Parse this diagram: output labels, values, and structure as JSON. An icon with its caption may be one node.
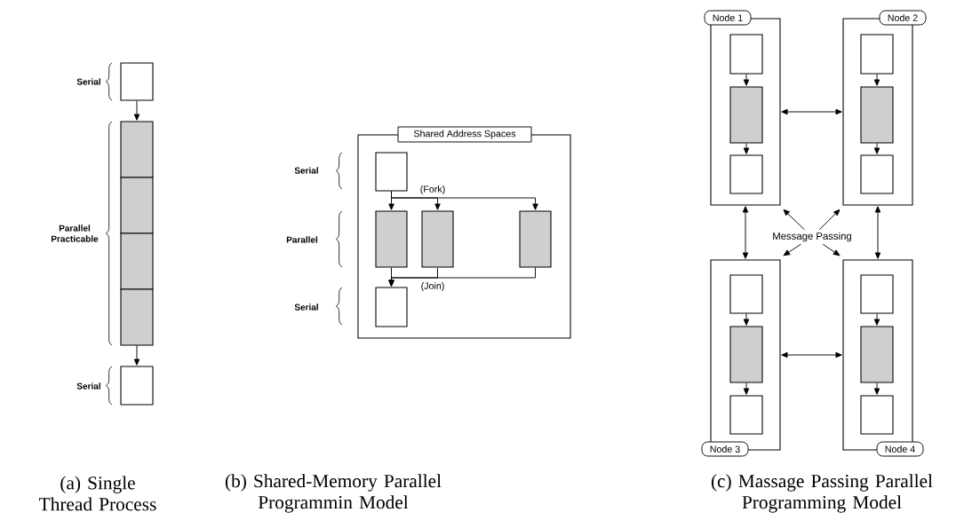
{
  "diagram": {
    "nodes": [
      {
        "text": [],
        "shape": "box"
      },
      {
        "text": [],
        "shape": "box"
      },
      {
        "text": [],
        "shape": "box"
      },
      {
        "text": [],
        "shape": "box"
      },
      {
        "text": [],
        "shape": "box"
      },
      {
        "text": [],
        "shape": "box"
      },
      {
        "text": [
          "Shared Address Spaces"
        ]
      },
      {
        "text": [],
        "shape": "box",
        "in": 6
      },
      {
        "text": [],
        "shape": "box",
        "in": 6
      },
      {
        "text": [],
        "shape": "box",
        "in": 6
      },
      {
        "text": [],
        "shape": "box",
        "in": 6
      },
      {
        "text": [],
        "shape": "box",
        "in": 6
      },
      {
        "text": [
          "Node 1"
        ]
      },
      {
        "text": [],
        "shape": "box",
        "in": 12
      },
      {
        "text": [],
        "shape": "box",
        "in": 12
      },
      {
        "text": [],
        "shape": "box",
        "in": 12
      },
      {
        "text": [
          "Node 2"
        ]
      },
      {
        "text": [],
        "shape": "box",
        "in": 16
      },
      {
        "text": [],
        "shape": "box",
        "in": 16
      },
      {
        "text": [],
        "shape": "box",
        "in": 16
      },
      {
        "text": [
          "Message Passing"
        ]
      },
      {
        "text": [
          "Node 3"
        ]
      },
      {
        "text": [],
        "shape": "box",
        "in": 21
      },
      {
        "text": [],
        "shape": "box",
        "in": 21
      },
      {
        "text": [],
        "shape": "box",
        "in": 21
      },
      {
        "text": [
          "Node 4"
        ]
      },
      {
        "text": [],
        "shape": "box",
        "in": 25
      },
      {
        "text": [],
        "shape": "box",
        "in": 25
      },
      {
        "text": [],
        "shape": "box",
        "in": 25
      }
    ],
    "edges": [
      {
        "from": 0,
        "to": 1,
        "arrow": "to"
      },
      {
        "from": 4,
        "to": 5,
        "arrow": "to"
      },
      {
        "from": 7,
        "to": 8,
        "arrow": "to"
      },
      {
        "from": 7,
        "to": 9,
        "arrow": "to",
        "label": "(Fork)"
      },
      {
        "from": 7,
        "to": 10,
        "arrow": "to"
      },
      {
        "from": 8,
        "to": 11,
        "arrow": "to"
      },
      {
        "from": 9,
        "to": 11,
        "arrow": "to",
        "label": "(Join)"
      },
      {
        "from": 10,
        "to": 11,
        "arrow": "to"
      },
      {
        "from": 13,
        "to": 14,
        "arrow": "to"
      },
      {
        "from": 14,
        "to": 15,
        "arrow": "to"
      },
      {
        "from": 17,
        "to": 18,
        "arrow": "to"
      },
      {
        "from": 18,
        "to": 19,
        "arrow": "to"
      },
      {
        "from": 12,
        "to": 16,
        "arrow": "both"
      },
      {
        "from": 12,
        "to": 21,
        "arrow": "both"
      },
      {
        "from": 16,
        "to": 25,
        "arrow": "both"
      },
      {
        "from": 20,
        "to": 12,
        "arrow": "to"
      },
      {
        "from": 20,
        "to": 16,
        "arrow": "to"
      },
      {
        "from": 20,
        "to": 21,
        "arrow": "to"
      },
      {
        "from": 20,
        "to": 25,
        "arrow": "to"
      },
      {
        "from": 22,
        "to": 23,
        "arrow": "to"
      },
      {
        "from": 23,
        "to": 24,
        "arrow": "to"
      },
      {
        "from": 26,
        "to": 27,
        "arrow": "to"
      },
      {
        "from": 27,
        "to": 28,
        "arrow": "to"
      },
      {
        "from": 21,
        "to": 25,
        "arrow": "both"
      }
    ],
    "labels": [
      "Serial",
      "Parallel Practicable",
      "Serial",
      "Serial",
      "Parallel",
      "Serial",
      "(a) Single Thread Process",
      "(b) Shared-Memory Parallel Programmin Model",
      "(c) Massage Passing Parallel Programming Model"
    ]
  }
}
